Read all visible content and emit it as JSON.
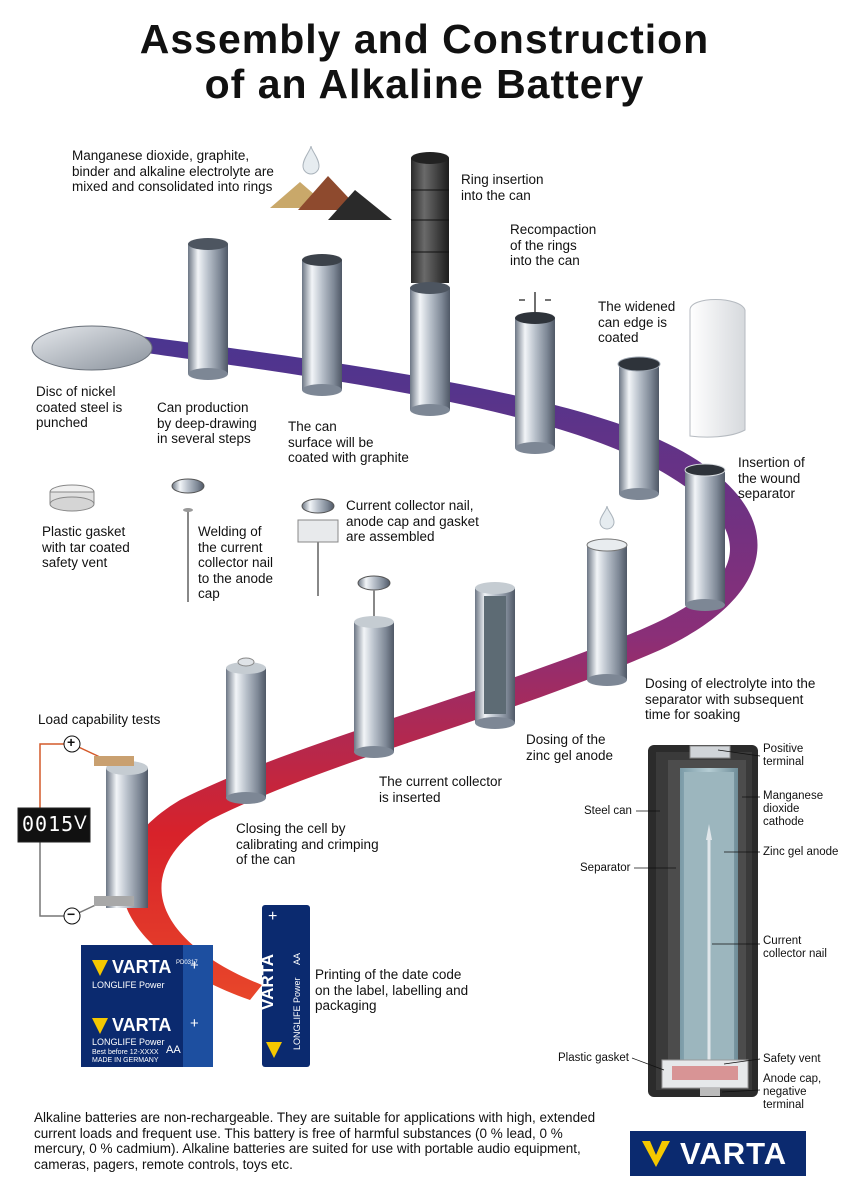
{
  "title": {
    "line1": "Assembly and Construction",
    "line2": "of an Alkaline Battery"
  },
  "steps": {
    "mix": "Manganese dioxide, graphite,\nbinder and alkaline electrolyte are\nmixed and consolidated into rings",
    "ring_insertion": "Ring insertion\ninto the can",
    "recompaction": "Recompaction\nof the rings\ninto the can",
    "widened_edge": "The widened\ncan edge is\ncoated",
    "disc": "Disc of nickel\ncoated steel is\npunched",
    "can_production": "Can production\nby deep-drawing\nin several steps",
    "graphite_coat": "The can\nsurface will be\ncoated with graphite",
    "separator_insertion": "Insertion of\nthe wound\nseparator",
    "gasket": "Plastic gasket\nwith tar coated\nsafety vent",
    "welding": "Welding of\nthe current\ncollector nail\nto the anode\ncap",
    "assembled": "Current collector nail,\nanode cap and gasket\nare assembled",
    "electrolyte": "Dosing of electrolyte into the\nseparator with subsequent\ntime for soaking",
    "load_tests": "Load capability tests",
    "zinc_gel": "Dosing of the\nzinc gel anode",
    "collector_inserted": "The current collector\nis inserted",
    "closing": "Closing the cell by\ncalibrating and crimping\nof the can",
    "printing": "Printing of the date code\non the label, labelling and\npackaging"
  },
  "voltmeter": {
    "digits": "0015",
    "unit": "V",
    "plus": "+",
    "minus": "−"
  },
  "cutaway": {
    "positive_terminal": "Positive\nterminal",
    "steel_can": "Steel can",
    "mno2_cathode": "Manganese\ndioxide\ncathode",
    "zinc_gel_anode": "Zinc gel anode",
    "separator": "Separator",
    "current_collector_nail": "Current\ncollector nail",
    "plastic_gasket": "Plastic gasket",
    "safety_vent": "Safety vent",
    "anode_cap": "Anode cap,\nnegative\nterminal"
  },
  "package": {
    "brand": "VARTA",
    "line": "LONGLIFE Power",
    "best_before": "Best before 12-XXXX",
    "made_in": "MADE IN GERMANY",
    "size": "AA",
    "code": "PD0317"
  },
  "footer": {
    "text": "Alkaline batteries are non-rechargeable. They are suitable for applications with high, extended current loads and frequent use. This battery is free of harmful substances (0 % lead, 0 % mercury, 0 % cadmium). Alkaline batteries are suited for use with portable audio equipment, cameras, pagers, remote controls, toys etc."
  },
  "logo": {
    "text": "VARTA"
  },
  "colors": {
    "ribbon_top": "#4a3590",
    "ribbon_mid": "#8a2f78",
    "ribbon_bottom": "#d8222a",
    "ribbon_end": "#e8462a",
    "brand_blue": "#0b2a6f",
    "brand_yellow": "#f5c800"
  }
}
